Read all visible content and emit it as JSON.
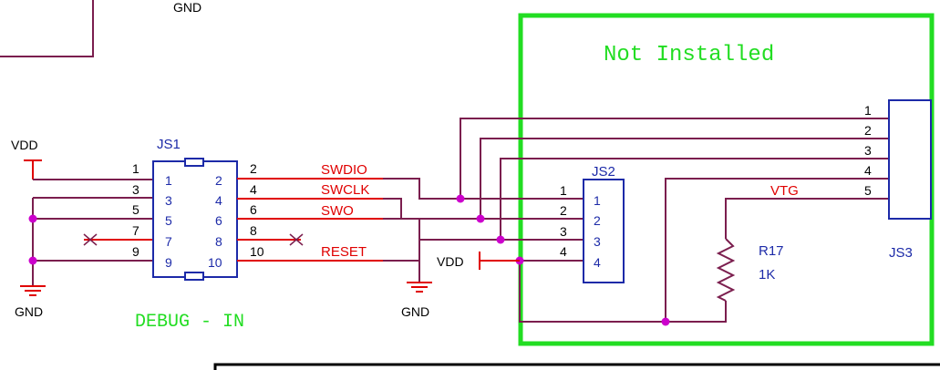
{
  "colors": {
    "wire": "#7b1e4e",
    "red": "#e00000",
    "blue": "#1c2aa8",
    "green": "#22dd22",
    "black": "#000000",
    "junction": "#cc00cc"
  },
  "labels": {
    "gnd_top": "GND",
    "vdd_left": "VDD",
    "gnd_left": "GND",
    "gnd_mid": "GND",
    "vdd_mid": "VDD",
    "not_installed": "Not Installed",
    "debug_in": "DEBUG - IN",
    "r17_ref": "R17",
    "r17_val": "1K"
  },
  "js1": {
    "ref": "JS1",
    "left_pins": [
      "1",
      "3",
      "5",
      "7",
      "9"
    ],
    "right_pins": [
      "2",
      "4",
      "6",
      "8",
      "10"
    ],
    "left_wire_pins": [
      "1",
      "3",
      "5",
      "7",
      "9"
    ],
    "right_wire_pins": [
      "2",
      "4",
      "6",
      "8",
      "10"
    ]
  },
  "nets": {
    "swdio": "SWDIO",
    "swclk": "SWCLK",
    "swo": "SWO",
    "reset": "RESET",
    "vtg": "VTG"
  },
  "js2": {
    "ref": "JS2",
    "pins": [
      "1",
      "2",
      "3",
      "4"
    ],
    "wire_pins": [
      "1",
      "2",
      "3",
      "4"
    ]
  },
  "js3": {
    "ref": "JS3",
    "wire_pins": [
      "1",
      "2",
      "3",
      "4",
      "5"
    ]
  }
}
